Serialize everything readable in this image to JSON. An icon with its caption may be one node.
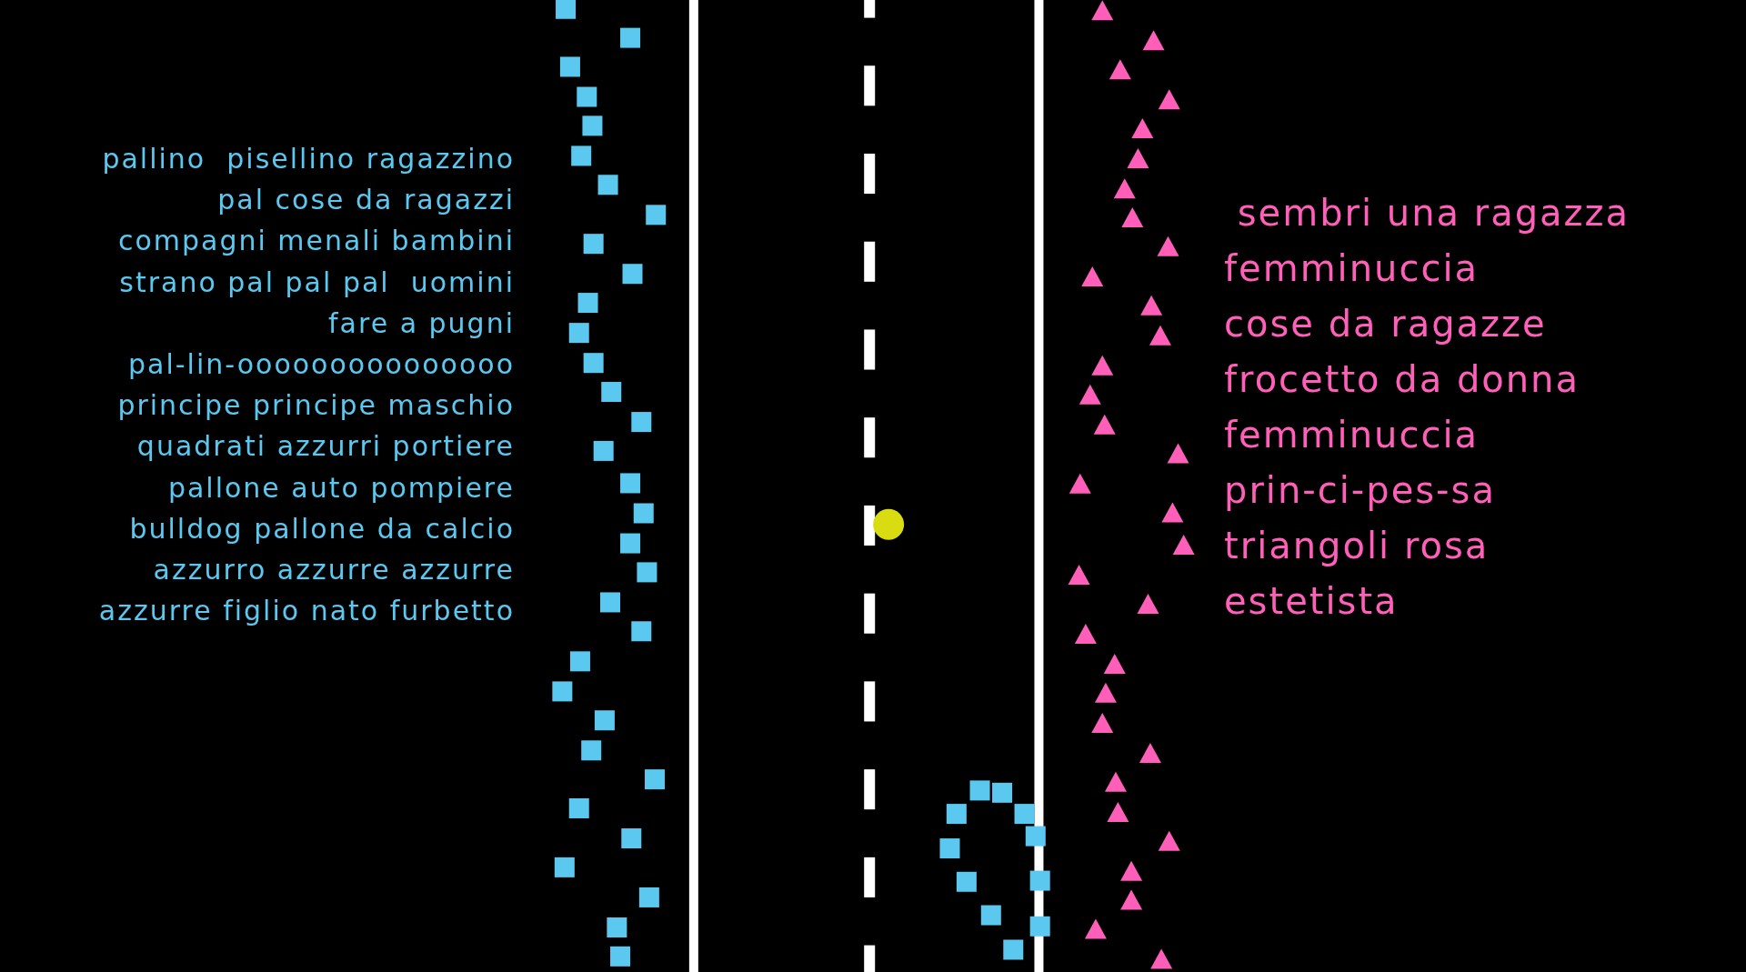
{
  "diagram": {
    "labels": [
      "pallino  pisellino ragazzino",
      "pal cose da ragazzi",
      "compagni menali bambini",
      "strano pal pal pal  uomini",
      "fare a pugni",
      "pal-lin-ooooooooooooooo",
      "principe principe maschio",
      "quadrati azzurri portiere",
      "pallone auto pompiere",
      "bulldog pallone da calcio",
      "azzurro azzurre azzurre",
      "azzurre figlio nato furbetto",
      " sembri una ragazza",
      "femminuccia",
      "cose da ragazze",
      "frocetto da donna",
      "femminuccia",
      "prin-ci-pes-sa",
      "triangoli rosa",
      "estetista"
    ]
  }
}
